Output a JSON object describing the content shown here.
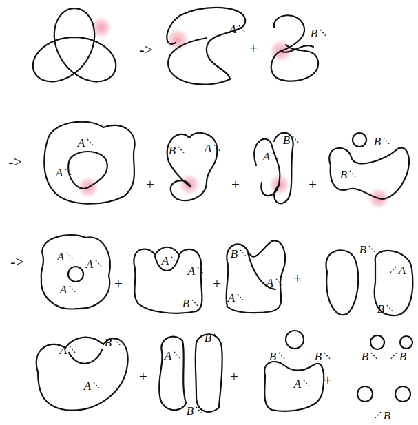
{
  "diagram": {
    "labels": [
      "->",
      "A",
      "+",
      "B",
      "->",
      "A",
      "A",
      "+",
      "B",
      "A",
      "+",
      "A",
      "B",
      "+",
      "B",
      "B",
      "->",
      "A",
      "A",
      "A",
      "+",
      "A",
      "A",
      "B",
      "+",
      "B",
      "A",
      "A",
      "+",
      "B",
      "A",
      "B",
      "A",
      "B",
      "A",
      "+",
      "A",
      "B",
      "B",
      "+",
      "B",
      "B",
      "A",
      "+",
      "B",
      "B",
      "B"
    ]
  }
}
